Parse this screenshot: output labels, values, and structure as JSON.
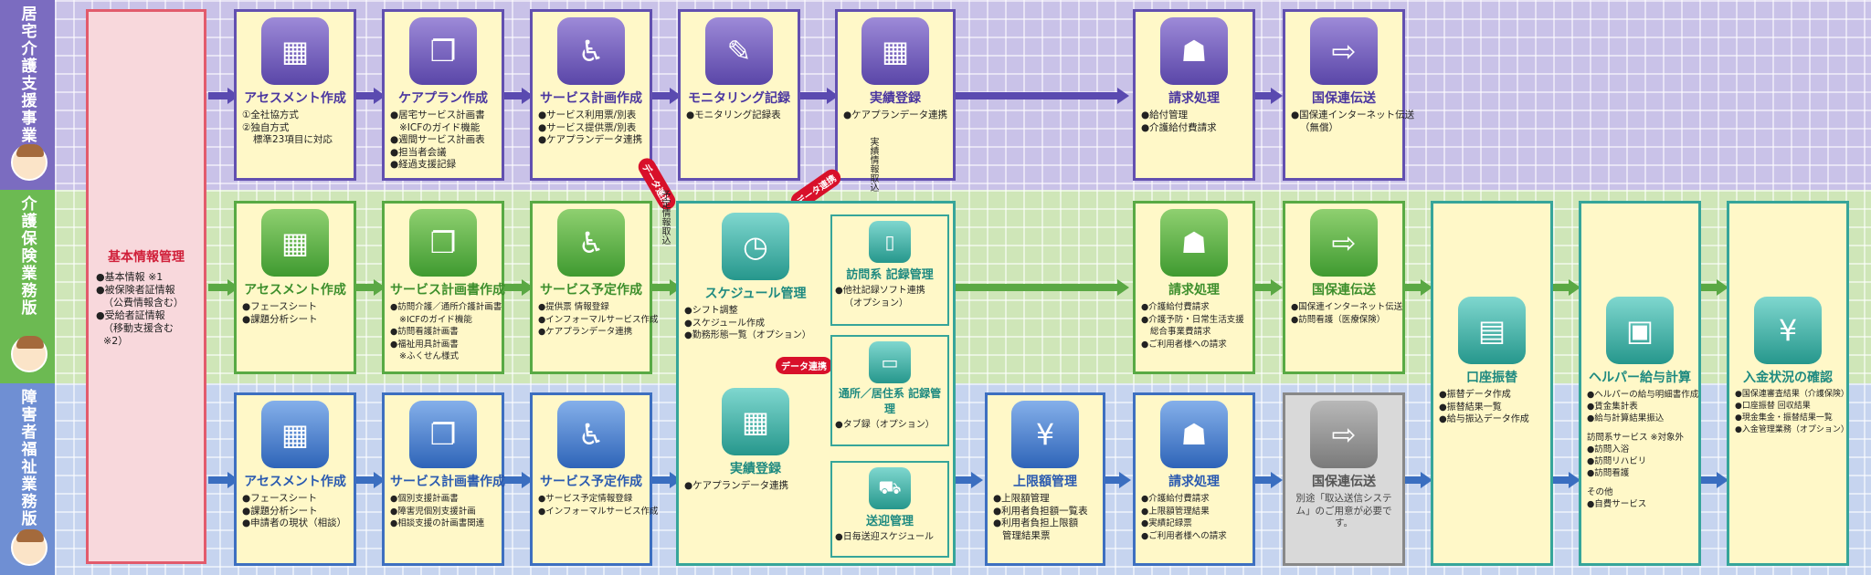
{
  "colors": {
    "purple": "#6250b0",
    "green": "#58aa44",
    "blue": "#3d6fc0",
    "teal": "#36a59a",
    "red": "#d8102a",
    "pink": "#e25b6c"
  },
  "bands": [
    {
      "label": "居宅介護支援事業所版",
      "color": "#7b6cc0",
      "bg": "#c9c2e8"
    },
    {
      "label": "介護保険業務版",
      "color": "#6cba52",
      "bg": "#cfe6b8"
    },
    {
      "label": "障害者福祉業務版",
      "color": "#6f8fd3",
      "bg": "#c6d4ef"
    }
  ],
  "master": {
    "title": "基本情報管理",
    "items": [
      "●基本情報 ※1",
      "●被保険者証情報",
      "（公費情報含む）",
      "●受給者証情報",
      "（移動支援含む ※2）"
    ]
  },
  "row1": {
    "assessment": {
      "title": "アセスメント作成",
      "icon": "calendar-pen-icon",
      "items": [
        "①全社協方式",
        "②独自方式",
        "標準23項目に対応"
      ]
    },
    "careplan": {
      "title": "ケアプラン作成",
      "icon": "document-stack-icon",
      "items": [
        "●居宅サービス計画書",
        "※ICFのガイド機能",
        "●週間サービス計画表",
        "●担当者会議",
        "●経過支援記録"
      ]
    },
    "service_plan": {
      "title": "サービス計画作成",
      "icon": "care-service-icon",
      "items": [
        "●サービス利用票/別表",
        "●サービス提供票/別表",
        "●ケアプランデータ連携"
      ]
    },
    "monitoring": {
      "title": "モニタリング記録",
      "icon": "document-pen-icon",
      "items": [
        "●モニタリング記録表"
      ]
    },
    "results": {
      "title": "実績登録",
      "icon": "grid-sheet-icon",
      "items": [
        "●ケアプランデータ連携"
      ]
    },
    "billing": {
      "title": "請求処理",
      "icon": "counter-staff-icon",
      "items": [
        "●給付管理",
        "●介護給付費請求"
      ]
    },
    "transmission": {
      "title": "国保連伝送",
      "icon": "laptop-send-icon",
      "items": [
        "●国保連インターネット伝送",
        "（無償）"
      ]
    }
  },
  "row2": {
    "assessment": {
      "title": "アセスメント作成",
      "icon": "calendar-pen-icon",
      "items": [
        "●フェースシート",
        "●課題分析シート"
      ]
    },
    "service_plan": {
      "title": "サービス計画書作成",
      "icon": "document-stack-icon",
      "items": [
        "●訪問介護／通所介護計画書",
        "※ICFのガイド機能",
        "●訪問看護計画書",
        "●福祉用具計画書",
        "※ふくせん様式"
      ]
    },
    "schedule_plan": {
      "title": "サービス予定作成",
      "icon": "care-service-icon",
      "items": [
        "●提供票 情報登録",
        "●インフォーマルサービス作成",
        "●ケアプランデータ連携"
      ]
    },
    "schedule": {
      "title": "スケジュール管理",
      "icon": "clock-icon",
      "items": [
        "●シフト調整",
        "●スケジュール作成",
        "●勤務形態一覧（オプション）"
      ]
    },
    "visit_record": {
      "title": "訪問系 記録管理",
      "icon": "mobile-phone-icon",
      "items": [
        "●他社記録ソフト連携",
        "（オプション）"
      ]
    },
    "billing": {
      "title": "請求処理",
      "icon": "counter-staff-icon",
      "items": [
        "●介護給付費請求",
        "●介護予防・日常生活支援",
        "総合事業費請求",
        "●ご利用者様への請求"
      ]
    },
    "transmission": {
      "title": "国保連伝送",
      "icon": "laptop-send-icon",
      "items": [
        "●国保連インターネット伝送",
        "●訪問看護（医療保険）"
      ]
    }
  },
  "row3": {
    "assessment": {
      "title": "アセスメント作成",
      "icon": "calendar-pen-icon",
      "items": [
        "●フェースシート",
        "●課題分析シート",
        "●申請者の現状（相談）"
      ]
    },
    "service_plan": {
      "title": "サービス計画書作成",
      "icon": "document-stack-icon",
      "items": [
        "●個別支援計画書",
        "●障害児個別支援計画",
        "●相談支援の計画書関連"
      ]
    },
    "schedule_plan": {
      "title": "サービス予定作成",
      "icon": "care-service-icon",
      "items": [
        "●サービス予定情報登録",
        "●インフォーマルサービス作成"
      ]
    },
    "results": {
      "title": "実績登録",
      "icon": "grid-sheet-icon",
      "items": [
        "●ケアプランデータ連携"
      ]
    },
    "daycare_record": {
      "title": "通所／居住系 記録管理",
      "icon": "tablet-icon",
      "items": [
        "●タブ録（オプション）"
      ]
    },
    "transport": {
      "title": "送迎管理",
      "icon": "car-icon",
      "items": [
        "●日毎送迎スケジュール"
      ]
    },
    "limit": {
      "title": "上限額管理",
      "icon": "yen-bills-icon",
      "items": [
        "●上限額管理",
        "●利用者負担額一覧表",
        "●利用者負担上限額",
        "管理結果票"
      ]
    },
    "billing": {
      "title": "請求処理",
      "icon": "counter-staff-icon",
      "items": [
        "●介護給付費請求",
        "●上限額管理結果",
        "●実績記録票",
        "●ご利用者様への請求"
      ]
    },
    "transmission": {
      "title": "国保連伝送",
      "icon": "laptop-send-icon",
      "note": "別途「取込送信システム」のご用意が必要です。"
    }
  },
  "shared": {
    "bank": {
      "title": "口座振替",
      "icon": "bank-transfer-icon",
      "items": [
        "●振替データ作成",
        "●振替結果一覧",
        "●給与振込データ作成"
      ]
    },
    "helper": {
      "title": "ヘルパー給与計算",
      "icon": "salary-icon",
      "items": [
        "●ヘルパーの給与明細書作成",
        "●賃金集計表",
        "●給与計算結果振込",
        "",
        "訪問系サービス ※対象外",
        "●訪問入浴",
        "●訪問リハビリ",
        "●訪問看護",
        "",
        "その他",
        "●自費サービス"
      ]
    },
    "payment": {
      "title": "入金状況の確認",
      "icon": "yen-box-icon",
      "items": [
        "●国保連審査結果（介護保険）",
        "●口座振替 回収結果",
        "●現金集金・振替結果一覧",
        "●入金管理業務（オプション）"
      ]
    }
  },
  "connectors": {
    "data_link_1": "データ連携",
    "data_link_2": "データ連携",
    "data_link_3": "データ連携",
    "schedule_import": "予定情報取込",
    "results_import": "実績情報取込"
  }
}
